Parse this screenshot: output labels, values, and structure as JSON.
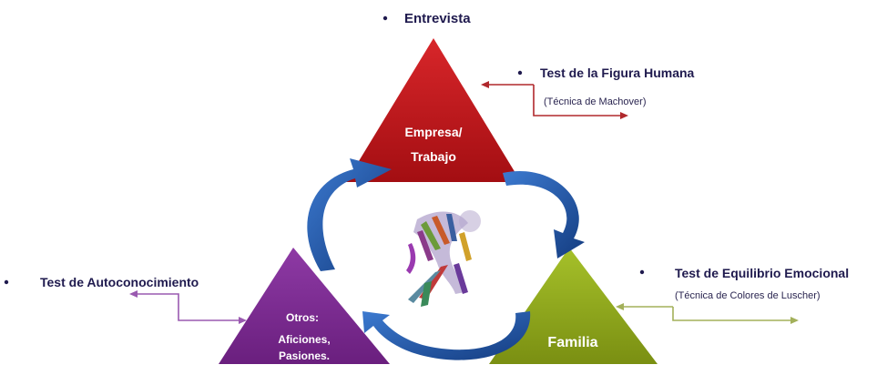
{
  "nodes": {
    "top": {
      "line1": "Empresa/",
      "line2": "Trabajo",
      "color": "#c0171b"
    },
    "left": {
      "line1": "Otros:",
      "line2": "Aficiones,",
      "line3": "Pasiones.",
      "color": "#7a2a8e"
    },
    "right": {
      "line1": "Familia",
      "color": "#8fa61c"
    }
  },
  "labels": {
    "entrevista": "Entrevista",
    "figura_humana": "Test de la Figura Humana",
    "machover": "(Técnica de Machover)",
    "autoconocimiento": "Test de Autoconocimiento",
    "equilibrio": "Test de Equilibrio Emocional",
    "luscher": "(Técnica de Colores de Luscher)"
  },
  "center": {
    "icon": "word-art-person-icon"
  },
  "colors": {
    "arrow_blue": "#1f4f9a",
    "connector_red": "#b0282c",
    "connector_purple": "#9a5ab0",
    "connector_green": "#a3b05a"
  }
}
